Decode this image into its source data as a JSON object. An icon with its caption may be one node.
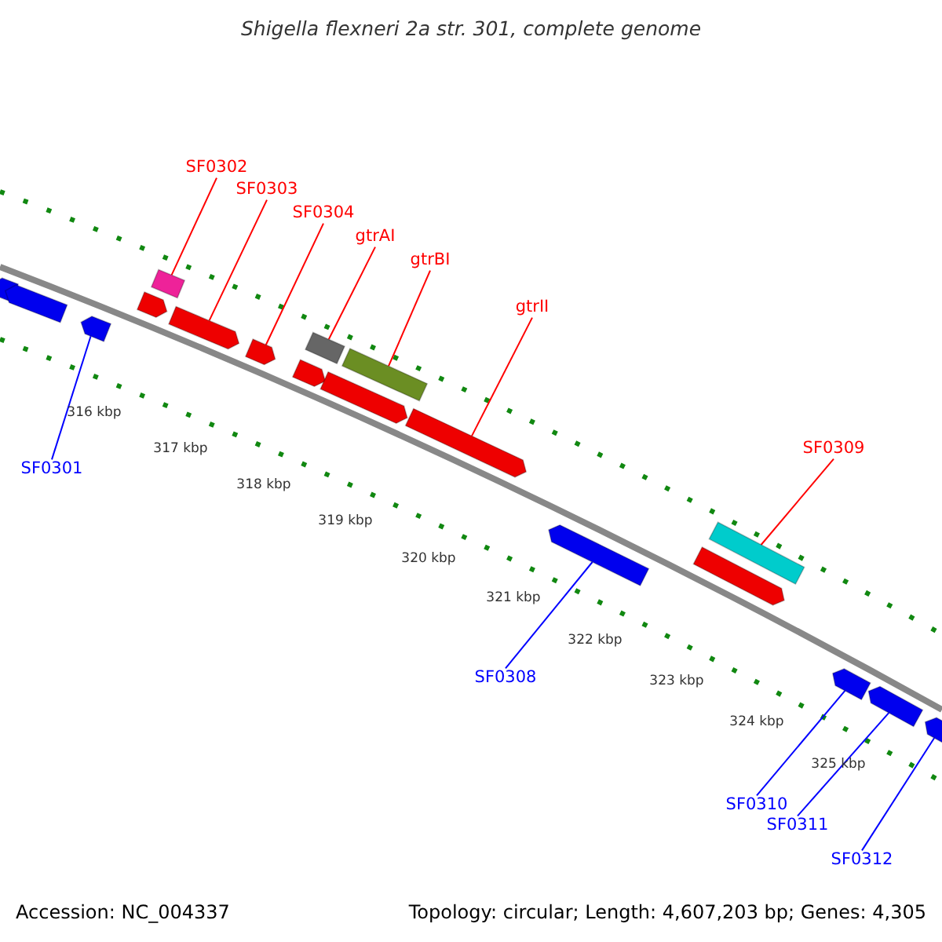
{
  "diagram": {
    "title": "Shigella flexneri 2a str. 301, complete genome",
    "nodes": [
      {
        "text": [
          "SF0302"
        ]
      },
      {
        "text": [
          "SF0303"
        ]
      },
      {
        "text": [
          "SF0304"
        ]
      },
      {
        "text": [
          "gtrAI"
        ]
      },
      {
        "text": [
          "gtrBI"
        ]
      },
      {
        "text": [
          "gtrII"
        ]
      },
      {
        "text": [
          "SF0309"
        ]
      },
      {
        "text": [
          "SF0301"
        ]
      },
      {
        "text": [
          "SF0308"
        ]
      },
      {
        "text": [
          "SF0310"
        ]
      },
      {
        "text": [
          "SF0311"
        ]
      },
      {
        "text": [
          "SF0312"
        ]
      },
      {
        "text": [],
        "shape": "arrow"
      },
      {
        "text": [],
        "shape": "arrow"
      },
      {
        "text": [],
        "shape": "arrow"
      },
      {
        "text": [],
        "shape": "arrow"
      },
      {
        "text": [],
        "shape": "box"
      },
      {
        "text": [],
        "shape": "arrow"
      },
      {
        "text": [],
        "shape": "arrow"
      },
      {
        "text": [],
        "shape": "arrow"
      },
      {
        "text": [],
        "shape": "box"
      },
      {
        "text": [],
        "shape": "arrow"
      },
      {
        "text": [],
        "shape": "box"
      },
      {
        "text": [],
        "shape": "arrow"
      },
      {
        "text": [],
        "shape": "arrow"
      },
      {
        "text": [],
        "shape": "arrow"
      },
      {
        "text": [],
        "shape": "box"
      },
      {
        "text": [],
        "shape": "arrow"
      },
      {
        "text": [],
        "shape": "arrow"
      },
      {
        "text": [],
        "shape": "arrow"
      }
    ],
    "edges": [
      {
        "from": 0,
        "to": 16,
        "arrow": "none"
      },
      {
        "from": 1,
        "to": 17,
        "arrow": "none"
      },
      {
        "from": 2,
        "to": 18,
        "arrow": "none"
      },
      {
        "from": 3,
        "to": 20,
        "arrow": "none"
      },
      {
        "from": 4,
        "to": 22,
        "arrow": "none"
      },
      {
        "from": 5,
        "to": 23,
        "arrow": "none"
      },
      {
        "from": 6,
        "to": 26,
        "arrow": "none"
      },
      {
        "from": 7,
        "to": 14,
        "arrow": "none",
        "color": "#0000ff"
      },
      {
        "from": 8,
        "to": 24,
        "arrow": "none",
        "color": "#0000ff"
      },
      {
        "from": 9,
        "to": 27,
        "arrow": "none",
        "color": "#0000ff"
      },
      {
        "from": 10,
        "to": 28,
        "arrow": "none",
        "color": "#0000ff"
      },
      {
        "from": 11,
        "to": 29,
        "arrow": "none",
        "color": "#0000ff"
      }
    ],
    "labels": [
      "316 kbp",
      "317 kbp",
      "318 kbp",
      "319 kbp",
      "320 kbp",
      "321 kbp",
      "322 kbp",
      "323 kbp",
      "324 kbp",
      "325 kbp",
      "Accession: NC_004337",
      "Topology: circular; Length: 4,607,203 bp; Genes: 4,305"
    ]
  }
}
